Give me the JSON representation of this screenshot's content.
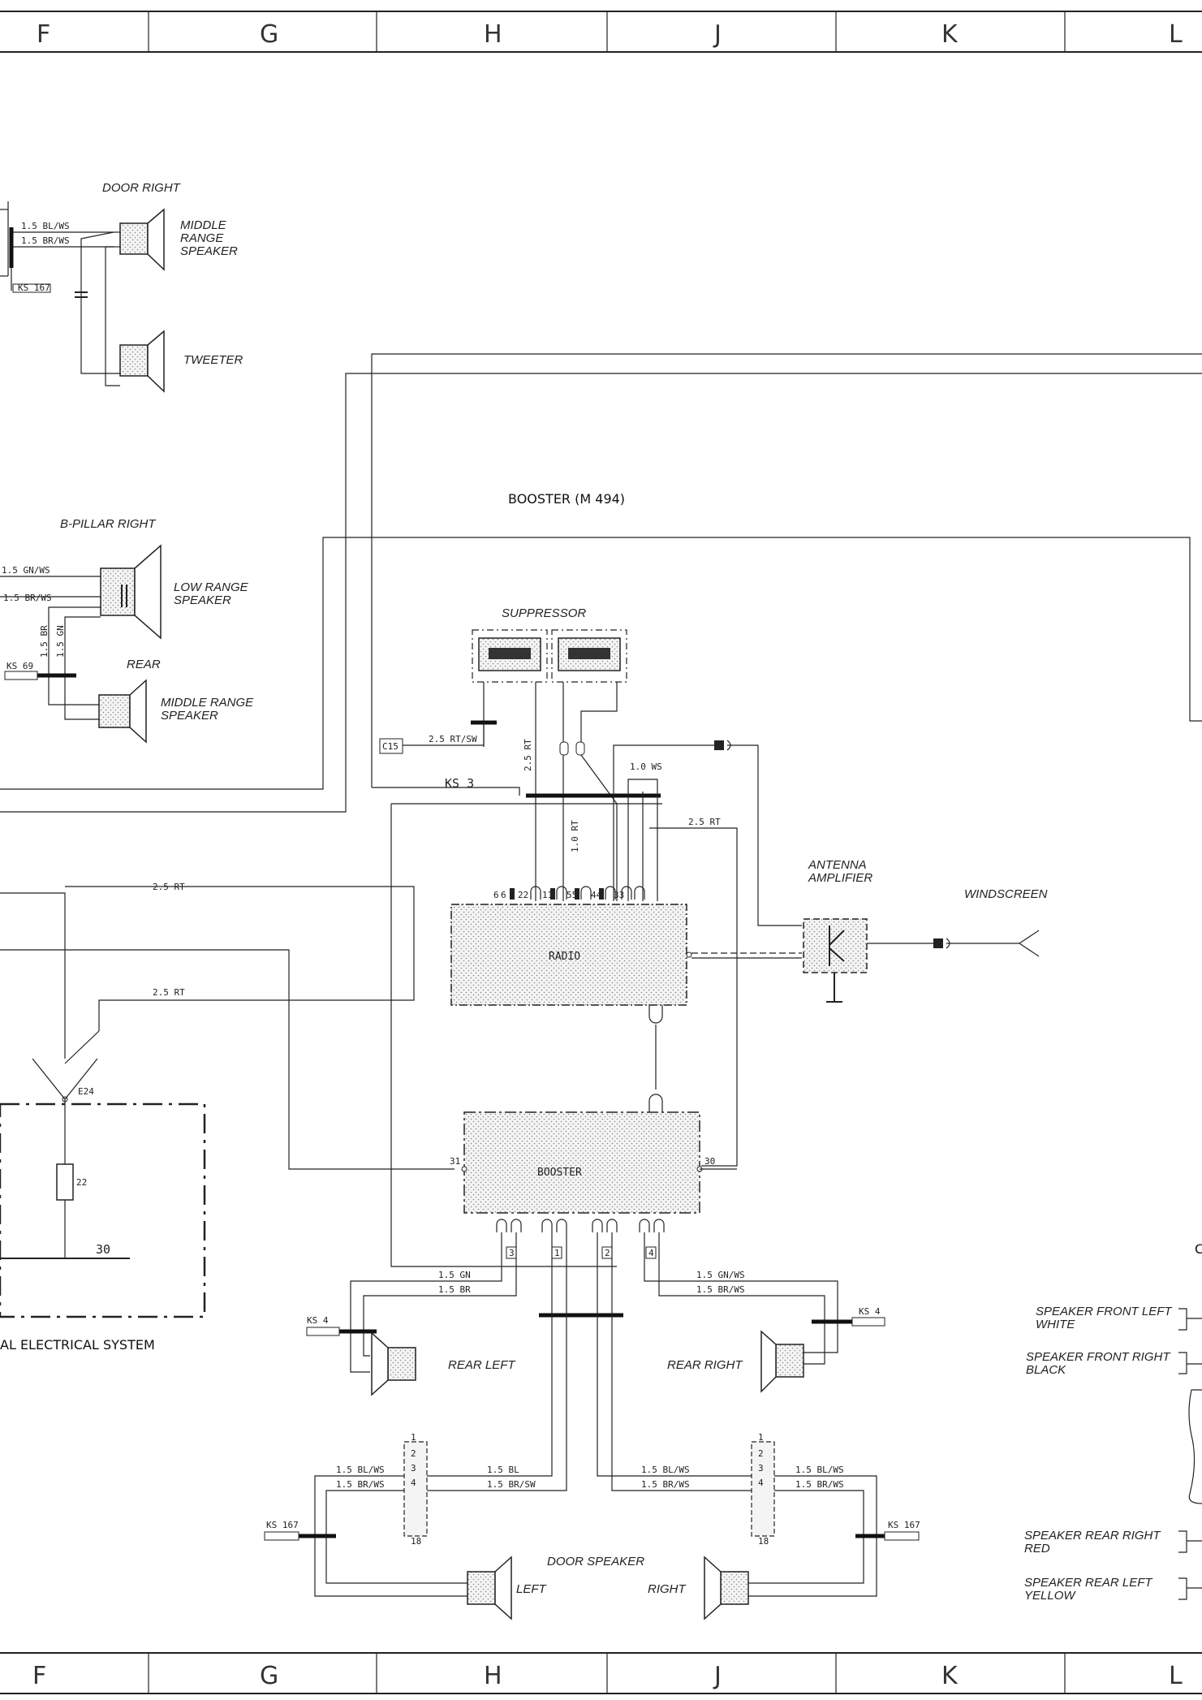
{
  "columns": [
    "F",
    "G",
    "H",
    "J",
    "K",
    "L"
  ],
  "titles": {
    "booster_m494": "BOOSTER (M 494)",
    "central_electrical": "AL ELECTRICAL SYSTEM"
  },
  "labels": {
    "door_right": "DOOR RIGHT",
    "middle_range_speaker_top": [
      "MIDDLE",
      "RANGE",
      "SPEAKER"
    ],
    "tweeter": "TWEETER",
    "b_pillar_right": "B-PILLAR RIGHT",
    "low_range_speaker": [
      "LOW RANGE",
      "SPEAKER"
    ],
    "rear": "REAR",
    "middle_range_speaker_rear": [
      "MIDDLE RANGE",
      "SPEAKER"
    ],
    "suppressor": "SUPPRESSOR",
    "antenna_amplifier": [
      "ANTENNA",
      "AMPLIFIER"
    ],
    "windscreen": "WINDSCREEN",
    "radio": "RADIO",
    "booster": "BOOSTER",
    "rear_left": "REAR LEFT",
    "rear_right": "REAR RIGHT",
    "door_speaker": "DOOR SPEAKER",
    "left": "LEFT",
    "right": "RIGHT",
    "c_partial": "C",
    "speaker_front_left": [
      "SPEAKER FRONT LEFT",
      "WHITE"
    ],
    "speaker_front_right": [
      "SPEAKER FRONT RIGHT",
      "BLACK"
    ],
    "speaker_rear_right": [
      "SPEAKER REAR RIGHT",
      "RED"
    ],
    "speaker_rear_left": [
      "SPEAKER REAR LEFT",
      "YELLOW"
    ]
  },
  "wires": {
    "w1": "1.5 BL/WS",
    "w2": "1.5 BR/WS",
    "w3": "1.5 GN/WS",
    "w4": "1.5 BR/WS",
    "w5": "1.5 BR",
    "w6": "1.5 GN",
    "w7": "2.5 RT/SW",
    "w8": "2.5 RT",
    "w9": "1.0 WS",
    "w10": "2.5 RT",
    "w11": "1.0 RT",
    "w12": "2.5 RT",
    "w13": "2.5 RT",
    "w14": "1.5 GN",
    "w15": "1.5 BR",
    "w16": "1.5 GN/WS",
    "w17": "1.5 BR/WS",
    "w18": "1.5 BL/WS",
    "w19": "1.5 BR/WS",
    "w20": "1.5 BL",
    "w21": "1.5 BR/SW",
    "w22": "1.5 BL/WS",
    "w23": "1.5 BR/WS",
    "w24": "1.5 BL/WS",
    "w25": "1.5 BR/WS"
  },
  "connectors": {
    "ks167a": "KS 167",
    "ks69": "KS 69",
    "c15": "C15",
    "ks3": "KS 3",
    "ks4a": "KS 4",
    "ks4b": "KS 4",
    "ks167b": "KS 167",
    "ks167c": "KS 167",
    "e24": "E24",
    "fuse22": "22",
    "term30": "30"
  },
  "pins": {
    "radio": [
      "6",
      "6",
      "22",
      "11",
      "55",
      "44",
      "33"
    ],
    "booster_in": "31",
    "booster_out": "30",
    "booster_pins": [
      "3",
      "1",
      "2",
      "4"
    ],
    "plug_left": [
      "1",
      "2",
      "3",
      "4",
      "18"
    ],
    "plug_right": [
      "1",
      "2",
      "3",
      "4",
      "18"
    ]
  }
}
